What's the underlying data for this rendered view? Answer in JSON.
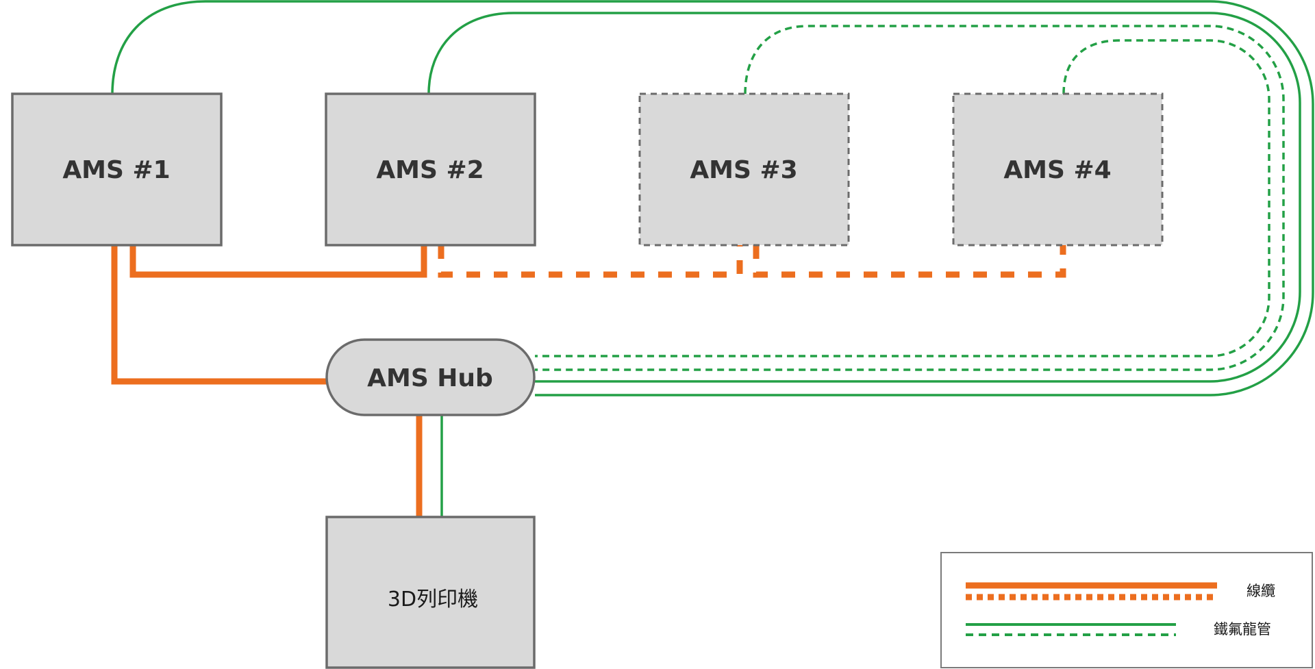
{
  "colors": {
    "cable": "#EC6E1F",
    "ptfe_tube": "#23A046",
    "node_fill": "#D9D9D9",
    "node_border": "#6B6B6B",
    "text": "#333333"
  },
  "nodes": {
    "ams1": {
      "label": "AMS #1",
      "style": "solid"
    },
    "ams2": {
      "label": "AMS #2",
      "style": "solid"
    },
    "ams3": {
      "label": "AMS #3",
      "style": "dashed"
    },
    "ams4": {
      "label": "AMS #4",
      "style": "dashed"
    },
    "hub": {
      "label": "AMS Hub",
      "style": "solid"
    },
    "printer": {
      "label": "3D列印機",
      "style": "solid"
    }
  },
  "connections": [
    {
      "from": "AMS #1",
      "to": "AMS Hub",
      "type": "cable",
      "style": "solid"
    },
    {
      "from": "AMS #1",
      "to": "AMS #2",
      "type": "cable",
      "style": "solid"
    },
    {
      "from": "AMS #2",
      "to": "AMS #3",
      "type": "cable",
      "style": "dashed"
    },
    {
      "from": "AMS #3",
      "to": "AMS #4",
      "type": "cable",
      "style": "dashed"
    },
    {
      "from": "AMS Hub",
      "to": "3D列印機",
      "type": "cable",
      "style": "solid"
    },
    {
      "from": "AMS Hub",
      "to": "3D列印機",
      "type": "ptfe_tube",
      "style": "solid"
    },
    {
      "from": "AMS #1",
      "to": "AMS Hub",
      "type": "ptfe_tube",
      "style": "solid"
    },
    {
      "from": "AMS #2",
      "to": "AMS Hub",
      "type": "ptfe_tube",
      "style": "solid"
    },
    {
      "from": "AMS #3",
      "to": "AMS Hub",
      "type": "ptfe_tube",
      "style": "dashed"
    },
    {
      "from": "AMS #4",
      "to": "AMS Hub",
      "type": "ptfe_tube",
      "style": "dashed"
    }
  ],
  "legend": {
    "cable_label": "線纜",
    "tube_label": "鐵氟龍管"
  }
}
